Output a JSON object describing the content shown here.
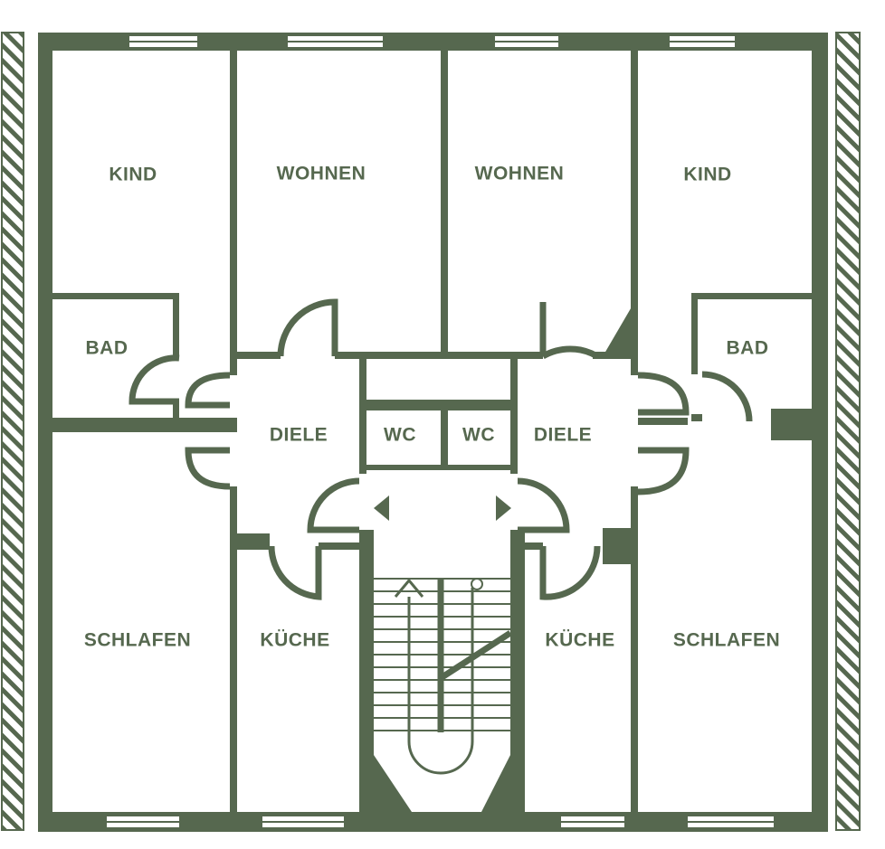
{
  "floor_plan": {
    "colors": {
      "wall": "#56684f",
      "background": "#ffffff"
    },
    "rooms": {
      "kind_left": "KIND",
      "wohnen_left": "WOHNEN",
      "wohnen_right": "WOHNEN",
      "kind_right": "KIND",
      "bad_left": "BAD",
      "bad_right": "BAD",
      "diele_left": "DIELE",
      "wc_left": "WC",
      "wc_right": "WC",
      "diele_right": "DIELE",
      "schlafen_left": "SCHLAFEN",
      "kueche_left": "KÜCHE",
      "kueche_right": "KÜCHE",
      "schlafen_right": "SCHLAFEN"
    },
    "icons": [
      "stair-up-arrow-icon",
      "triangle-left-icon",
      "triangle-right-icon",
      "hatched-wall-pattern"
    ]
  }
}
